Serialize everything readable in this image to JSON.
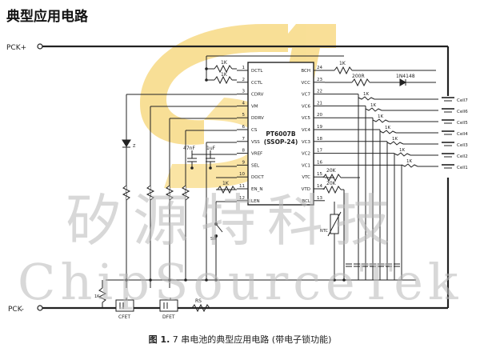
{
  "heading": "典型应用电路",
  "caption": {
    "figure_label": "图 1.",
    "text": "7 串电池的典型应用电路 (带电子锁功能)"
  },
  "watermark": {
    "cn": "矽源特科技",
    "en": "ChipSourceTek"
  },
  "terminals": {
    "pck_plus": "PCK+",
    "pck_minus": "PCK-"
  },
  "chip": {
    "name": "PT6007B",
    "package": "(SSOP-24)",
    "left_pins": [
      {
        "num": "1",
        "name": "DCTL"
      },
      {
        "num": "2",
        "name": "CCTL"
      },
      {
        "num": "3",
        "name": "CDRV"
      },
      {
        "num": "4",
        "name": "VM"
      },
      {
        "num": "5",
        "name": "DDRV"
      },
      {
        "num": "6",
        "name": "CS"
      },
      {
        "num": "7",
        "name": "VSS"
      },
      {
        "num": "8",
        "name": "VREF"
      },
      {
        "num": "9",
        "name": "SEL"
      },
      {
        "num": "10",
        "name": "DOCT"
      },
      {
        "num": "11",
        "name": "EN_N"
      },
      {
        "num": "12",
        "name": "LEN"
      }
    ],
    "right_pins": [
      {
        "num": "24",
        "name": "BCH"
      },
      {
        "num": "23",
        "name": "VCC"
      },
      {
        "num": "22",
        "name": "VC7"
      },
      {
        "num": "21",
        "name": "VC6"
      },
      {
        "num": "20",
        "name": "VC5"
      },
      {
        "num": "19",
        "name": "VC4"
      },
      {
        "num": "18",
        "name": "VC3"
      },
      {
        "num": "17",
        "name": "VC2"
      },
      {
        "num": "16",
        "name": "VC1"
      },
      {
        "num": "15",
        "name": "VTC"
      },
      {
        "num": "14",
        "name": "VTD"
      },
      {
        "num": "13",
        "name": "BCL"
      }
    ]
  },
  "components": {
    "r_dctl": "1K",
    "r_cctl": "1K",
    "r_bch": "1K",
    "r_vcc": "200R",
    "diode": "1N4148",
    "r_cells": [
      "1K",
      "1K",
      "1K",
      "1K",
      "1K",
      "1K",
      "1K"
    ],
    "cells": [
      "Cell7",
      "Cell6",
      "Cell5",
      "Cell4",
      "Cell3",
      "Cell2",
      "Cell1"
    ],
    "c_vref": "47nF",
    "c_sel": "1uF",
    "r_en": "1K",
    "r_vtc": "20K",
    "r_vtd": "20K",
    "r_ntc": "NTC",
    "r_sense": "RS",
    "switch": "SW",
    "fet_discharge": "DFET",
    "fet_charge": "CFET",
    "r_gate": "1K",
    "zener": "Z"
  }
}
